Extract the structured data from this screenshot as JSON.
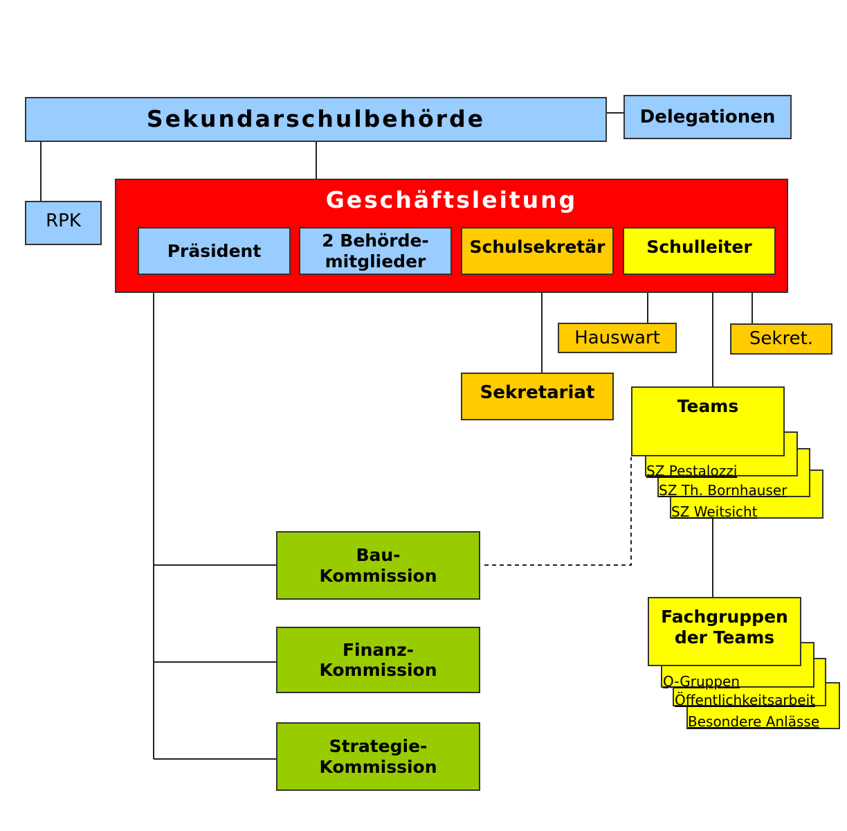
{
  "board": {
    "label": "Sekundarschulbehörde"
  },
  "delegations": {
    "label": "Delegationen"
  },
  "rpk": {
    "label": "RPK"
  },
  "management": {
    "title": "Geschäftsleitung",
    "president": "Präsident",
    "members_line1": "2 Behörde-",
    "members_line2": "mitglieder",
    "secretary": "Schulsekretär",
    "principal": "Schulleiter"
  },
  "hauswart": {
    "label": "Hauswart"
  },
  "sekret": {
    "label": "Sekret."
  },
  "sekretariat": {
    "label": "Sekretariat"
  },
  "teams": {
    "title": "Teams",
    "items": [
      "SZ Pestalozzi",
      "SZ Th. Bornhauser",
      "SZ Weitsicht"
    ]
  },
  "subject_groups": {
    "title_line1": "Fachgruppen",
    "title_line2": "der Teams",
    "items": [
      "Q-Gruppen",
      "Öffentlichkeitsarbeit",
      "Besondere Anlässe"
    ]
  },
  "commissions": [
    {
      "line1": "Bau-",
      "line2": "Kommission"
    },
    {
      "line1": "Finanz-",
      "line2": "Kommission"
    },
    {
      "line1": "Strategie-",
      "line2": "Kommission"
    }
  ],
  "colors": {
    "board": "#99ccff",
    "management": "#ff0000",
    "secretary": "#ffcc00",
    "principal": "#ffff00",
    "commission": "#99cc00"
  }
}
